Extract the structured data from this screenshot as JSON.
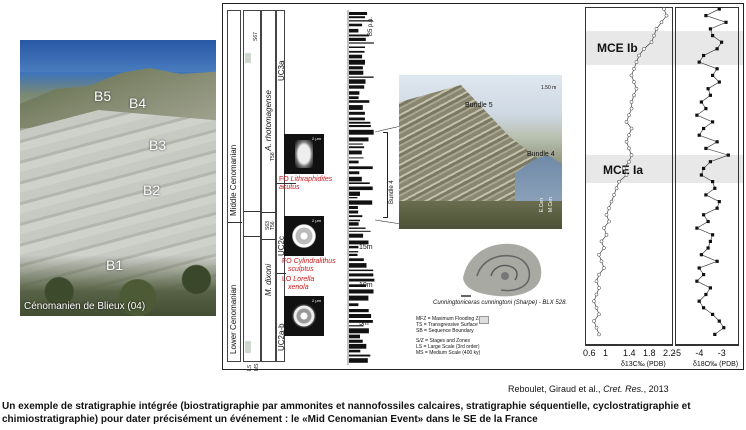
{
  "photo": {
    "beds": [
      "B1",
      "B2",
      "B3",
      "B4",
      "B5"
    ],
    "caption": "Cénomanien de Blieux (04)"
  },
  "stratigraphy": {
    "stages": [
      "Lower Cenomanian",
      "Middle Cenomanian"
    ],
    "ammonite_zones": [
      "M. dixoni",
      "A. rhotomagense"
    ],
    "ammonite_subzones": [
      "T58",
      "T56",
      "S63"
    ],
    "seq_column": [
      "LS",
      "MS",
      "S67"
    ],
    "nanno_zones": [
      "UC3a",
      "UC2c",
      "UC2a-b"
    ],
    "nanno_scale": "2 μm",
    "fo_lithraphidites": [
      "FO ",
      "Lithraphidites",
      "acutus"
    ],
    "fo_cylindralithus": [
      "FO ",
      "Cylindralithus",
      "sculptus"
    ],
    "lo_lorella": [
      "LO ",
      "Lorella",
      "xenola"
    ],
    "log_label": "B5 p.p.",
    "meter_marks": [
      "15m",
      "10m",
      "5m"
    ]
  },
  "photo2": {
    "bundle5": "Bundle  5",
    "bundle4": "Bundle  4",
    "bundle4_vertical": "Bundle 4",
    "scale": "1.50 m",
    "side_labels": [
      "E.Cen",
      "M.Cen"
    ]
  },
  "ammonite": {
    "caption": "Cunningtoniceras cunningtoni (Sharpe) - BLX 528."
  },
  "legend": {
    "lines": [
      "MFZ = Maximum Flooding Zone",
      "TS = Transgressive Surface",
      "SB = Sequence Boundary",
      "",
      "S/Z = Stages and Zones",
      "LS = Large Scale (3rd order)",
      "MS = Medium Scale (400 ky)"
    ]
  },
  "events": {
    "mce_ib": "MCE Ib",
    "mce_ia": "MCE Ia"
  },
  "chart_data": [
    {
      "type": "line",
      "xlabel": "δ13C‰ (PDB)",
      "xlim": [
        0.6,
        2.2
      ],
      "xticks": [
        "0.6",
        "1",
        "1.4",
        "1.8",
        "2.2"
      ],
      "y_position": [
        0.0,
        0.02,
        0.04,
        0.06,
        0.08,
        0.1,
        0.12,
        0.14,
        0.16,
        0.18,
        0.2,
        0.22,
        0.24,
        0.26,
        0.28,
        0.3,
        0.32,
        0.34,
        0.36,
        0.38,
        0.4,
        0.42,
        0.44,
        0.46,
        0.48,
        0.5,
        0.52,
        0.54,
        0.56,
        0.58,
        0.6,
        0.62,
        0.64,
        0.66,
        0.68,
        0.7,
        0.72,
        0.74,
        0.76,
        0.78,
        0.8,
        0.82,
        0.84,
        0.86,
        0.88,
        0.9,
        0.92,
        0.94,
        0.96,
        0.98
      ],
      "values": [
        2.1,
        2.15,
        2.05,
        1.95,
        1.9,
        1.85,
        1.7,
        1.6,
        1.55,
        1.5,
        1.45,
        1.5,
        1.55,
        1.5,
        1.45,
        1.45,
        1.4,
        1.35,
        1.45,
        1.4,
        1.35,
        1.4,
        1.45,
        1.4,
        1.3,
        1.35,
        1.2,
        1.15,
        1.1,
        1.05,
        1.0,
        0.95,
        1.0,
        0.9,
        0.95,
        0.85,
        0.9,
        0.8,
        0.85,
        0.9,
        0.8,
        0.75,
        0.8,
        0.75,
        0.7,
        0.75,
        0.8,
        0.7,
        0.75,
        0.8
      ]
    },
    {
      "type": "line",
      "xlabel": "δ18O‰ (PDB)",
      "xlim": [
        -5,
        -2.5
      ],
      "xticks": [
        "-5",
        "-4",
        "-3"
      ],
      "y_position": [
        0.0,
        0.02,
        0.04,
        0.06,
        0.08,
        0.1,
        0.12,
        0.14,
        0.16,
        0.18,
        0.2,
        0.22,
        0.24,
        0.26,
        0.28,
        0.3,
        0.32,
        0.34,
        0.36,
        0.38,
        0.4,
        0.42,
        0.44,
        0.46,
        0.48,
        0.5,
        0.52,
        0.54,
        0.56,
        0.58,
        0.6,
        0.62,
        0.64,
        0.66,
        0.68,
        0.7,
        0.72,
        0.74,
        0.76,
        0.78,
        0.8,
        0.82,
        0.84,
        0.86,
        0.88,
        0.9,
        0.92,
        0.94,
        0.96,
        0.98
      ],
      "values": [
        -3.2,
        -3.8,
        -2.9,
        -3.6,
        -3.5,
        -3.1,
        -3.3,
        -3.9,
        -4.1,
        -3.3,
        -3.5,
        -3.2,
        -3.7,
        -3.6,
        -4.0,
        -3.8,
        -4.2,
        -3.5,
        -3.9,
        -4.1,
        -3.3,
        -3.8,
        -2.8,
        -3.6,
        -3.9,
        -4.0,
        -3.5,
        -3.4,
        -3.8,
        -3.2,
        -3.3,
        -3.9,
        -3.7,
        -4.2,
        -3.5,
        -3.6,
        -3.7,
        -4.0,
        -3.3,
        -4.1,
        -3.9,
        -4.2,
        -3.6,
        -3.8,
        -4.1,
        -3.9,
        -3.5,
        -3.2,
        -3.0,
        -3.4
      ]
    }
  ],
  "reference": {
    "authors": "Reboulet, Giraud et al., ",
    "journal": "Cret. Res.",
    "year": ", 2013"
  },
  "caption": "Un exemple de stratigraphie intégrée (biostratigraphie par ammonites et nannofossiles calcaires, stratigraphie séquentielle, cyclostratigraphie et chimiostratigraphie) pour dater précisément un événement : le «Mid Cenomanian Event» dans le SE de la France"
}
